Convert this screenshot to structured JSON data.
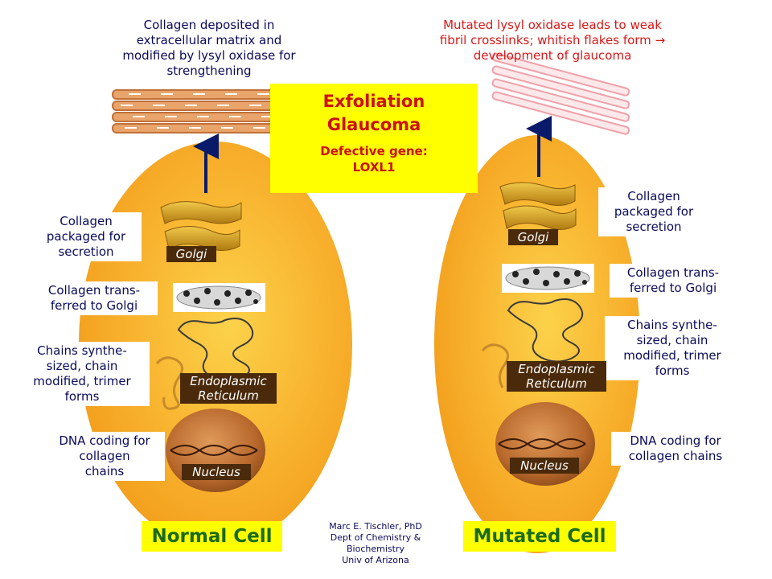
{
  "title": {
    "line1": "Exfoliation",
    "line2": "Glaucoma",
    "gene_line1": "Defective gene:",
    "gene_line2": "LOXL1"
  },
  "normal": {
    "top_caption": "Collagen deposited in\nextracellular matrix and\nmodified by lysyl oxidase for\nstrengthening",
    "labels": {
      "packaged": "Collagen\npackaged for\nsecretion",
      "transferred": "Collagen trans-\nferred to Golgi",
      "chains": "Chains synthe-\nsized, chain\nmodified, trimer\nforms",
      "dna": "DNA coding for\ncollagen\nchains"
    },
    "golgi": "Golgi",
    "er": "Endoplasmic\nReticulum",
    "nucleus": "Nucleus",
    "cell_label": "Normal Cell"
  },
  "mutated": {
    "top_caption": "Mutated lysyl oxidase leads to weak\nfibril crosslinks; whitish flakes form →\ndevelopment of glaucoma",
    "labels": {
      "packaged": "Collagen\npackaged for\nsecretion",
      "transferred": "Collagen trans-\nferred to Golgi",
      "chains": "Chains synthe-\nsized, chain\nmodified, trimer\nforms",
      "dna": "DNA coding for\ncollagen chains"
    },
    "golgi": "Golgi",
    "er": "Endoplasmic\nReticulum",
    "nucleus": "Nucleus",
    "cell_label": "Mutated Cell"
  },
  "credit": "Marc  E. Tischler, PhD\nDept of Chemistry &\nBiochemistry\nUniv of Arizona",
  "colors": {
    "cell": "#f5a623",
    "title_bg": "#ffff00",
    "title_text": "#cc1010",
    "label_text": "#0a0a5a",
    "cell_label_text": "#1a6a1a",
    "arrow": "#0a1a6a",
    "fibril_normal": "#c0703a",
    "fibril_mutated": "#f0a0a8"
  }
}
